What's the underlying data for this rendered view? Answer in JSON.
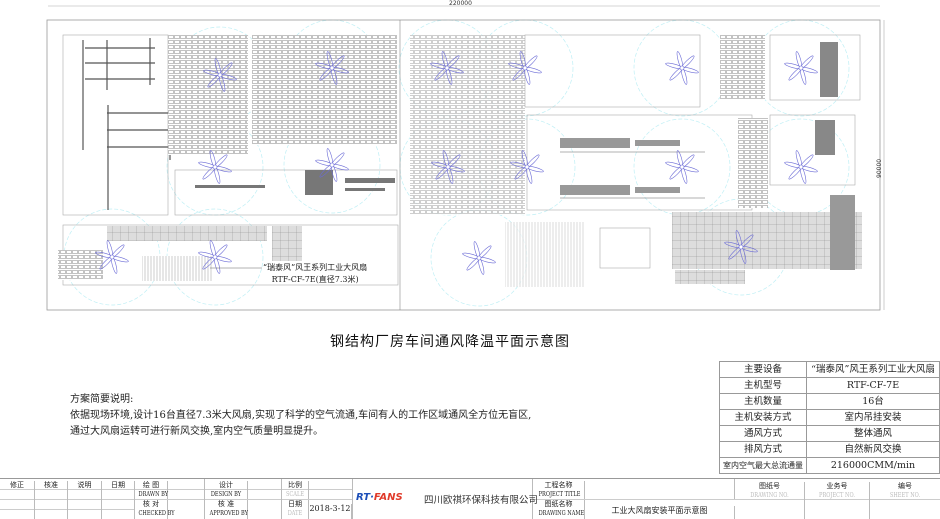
{
  "drawing": {
    "title": "钢结构厂房车间通风降温平面示意图",
    "dimension_width": "220000",
    "dimension_height": "90000",
    "fan_label_line1": "“瑞泰风”风王系列工业大风扇",
    "fan_label_line2": "RTF-CF-7E(直径7.3米)",
    "fan_color": "#6b6bd6",
    "coverage_color": "#bfeff5"
  },
  "notes": {
    "heading": "方案简要说明:",
    "line1": "依据现场环境,设计16台直径7.3米大风扇,实现了科学的空气流通,车间有人的工作区域通风全方位无盲区,",
    "line2": "通过大风扇运转可进行新风交换,室内空气质量明显提升。"
  },
  "spec_table": [
    {
      "key": "主要设备",
      "value": "“瑞泰风”风王系列工业大风扇"
    },
    {
      "key": "主机型号",
      "value": "RTF-CF-7E"
    },
    {
      "key": "主机数量",
      "value": "16台"
    },
    {
      "key": "主机安装方式",
      "value": "室内吊挂安装"
    },
    {
      "key": "通风方式",
      "value": "整体通风"
    },
    {
      "key": "排风方式",
      "value": "自然新风交换"
    },
    {
      "key": "室内空气最大总流通量",
      "value": "216000CMM/min"
    }
  ],
  "title_block": {
    "revise": "修正",
    "approve": "核准",
    "description": "说明",
    "date": "日期",
    "drawn_cn": "绘 图",
    "drawn_en": "DRAWN BY",
    "checked_cn": "核 对",
    "checked_en": "CHECKED BY",
    "design_cn": "设计",
    "design_en": "DESIGN BY",
    "approved_cn": "核 准",
    "approved_en": "APPROVED BY",
    "scale_cn": "比例",
    "scale_en": "SCALE",
    "date_cn": "日期",
    "date_en": "DATE",
    "date_value": "2018-3-12",
    "logo_a": "RT·",
    "logo_b": "FANS",
    "company": "四川欧祺环保科技有限公司",
    "project_title_cn": "工程名称",
    "project_title_en": "PROJECT TITLE",
    "drawing_name_cn": "图纸名称",
    "drawing_name_en": "DRAWING NAME",
    "drawing_name_value": "工业大风扇安装平面示意图",
    "drawing_no_cn": "图纸号",
    "drawing_no_en": "DRAWING NO.",
    "project_no_cn": "业务号",
    "project_no_en": "PROJECT NO.",
    "sheet_no_cn": "编号",
    "sheet_no_en": "SHEET NO."
  }
}
